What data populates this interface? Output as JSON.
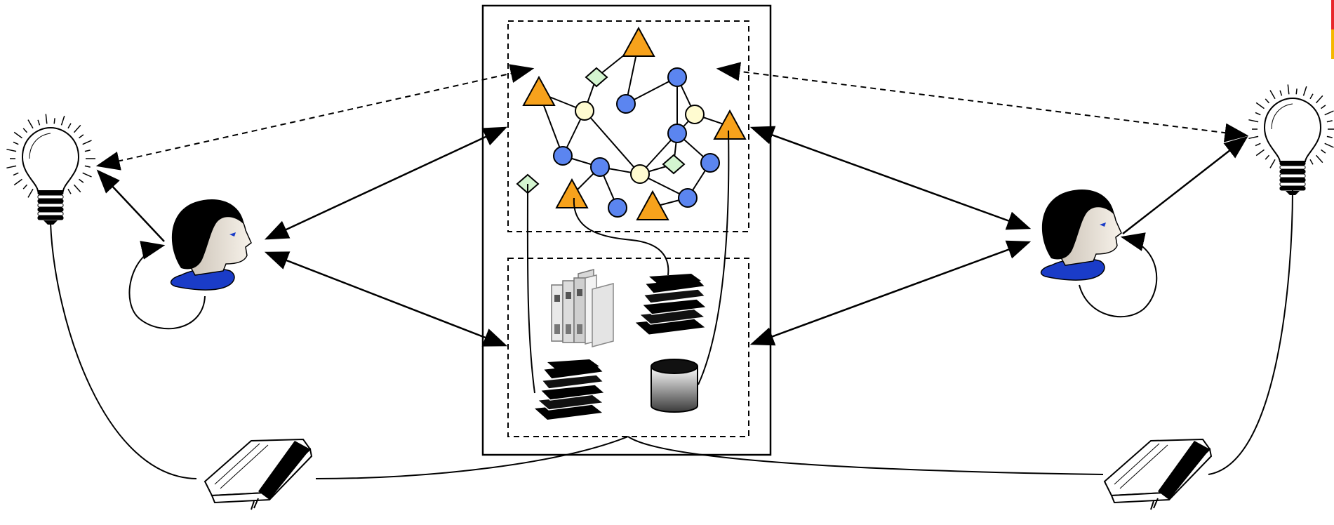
{
  "diagram": {
    "colors": {
      "stroke": "#000000",
      "triangle": "#f7a21c",
      "node_blue": "#5b85f0",
      "node_cream": "#fffbd0",
      "diamond": "#d4f5d0",
      "skin": "#efe7dc",
      "collar": "#1a3cc8",
      "eye": "#1a3cc8",
      "accent_top": "#e8262b",
      "accent_bottom": "#f5b800"
    },
    "icons": {
      "left_bulb": "lightbulb-icon",
      "right_bulb": "lightbulb-icon",
      "left_person": "person-head-icon",
      "right_person": "person-head-icon",
      "left_book": "book-icon",
      "right_book": "book-icon",
      "binders": "binders-icon",
      "paper_stacks": "paper-stack-icon",
      "database": "database-cylinder-icon"
    },
    "regions": {
      "repository": "knowledge-repository-box",
      "network": "knowledge-network-region",
      "documents": "document-store-region"
    },
    "edges": [
      {
        "from": "left-person",
        "to": "left-bulb",
        "style": "solid",
        "arrow": "end"
      },
      {
        "from": "left-person",
        "to": "network-region",
        "style": "solid",
        "arrow": "both"
      },
      {
        "from": "left-person",
        "to": "document-region",
        "style": "solid",
        "arrow": "both"
      },
      {
        "from": "left-bulb",
        "to": "network-region",
        "style": "dashed",
        "arrow": "both"
      },
      {
        "from": "right-person",
        "to": "right-bulb",
        "style": "solid",
        "arrow": "end"
      },
      {
        "from": "right-person",
        "to": "network-region",
        "style": "solid",
        "arrow": "both"
      },
      {
        "from": "right-person",
        "to": "document-region",
        "style": "solid",
        "arrow": "both"
      },
      {
        "from": "right-bulb",
        "to": "network-region",
        "style": "dashed",
        "arrow": "both"
      },
      {
        "from": "left-person",
        "to": "left-person",
        "style": "solid",
        "arrow": "loop"
      },
      {
        "from": "right-person",
        "to": "right-person",
        "style": "solid",
        "arrow": "loop"
      },
      {
        "from": "left-bulb",
        "to": "left-book",
        "style": "solid",
        "arrow": "none"
      },
      {
        "from": "left-book",
        "to": "repository",
        "style": "solid",
        "arrow": "none"
      },
      {
        "from": "repository",
        "to": "right-book",
        "style": "solid",
        "arrow": "none"
      },
      {
        "from": "right-book",
        "to": "right-bulb",
        "style": "solid",
        "arrow": "none"
      }
    ]
  }
}
